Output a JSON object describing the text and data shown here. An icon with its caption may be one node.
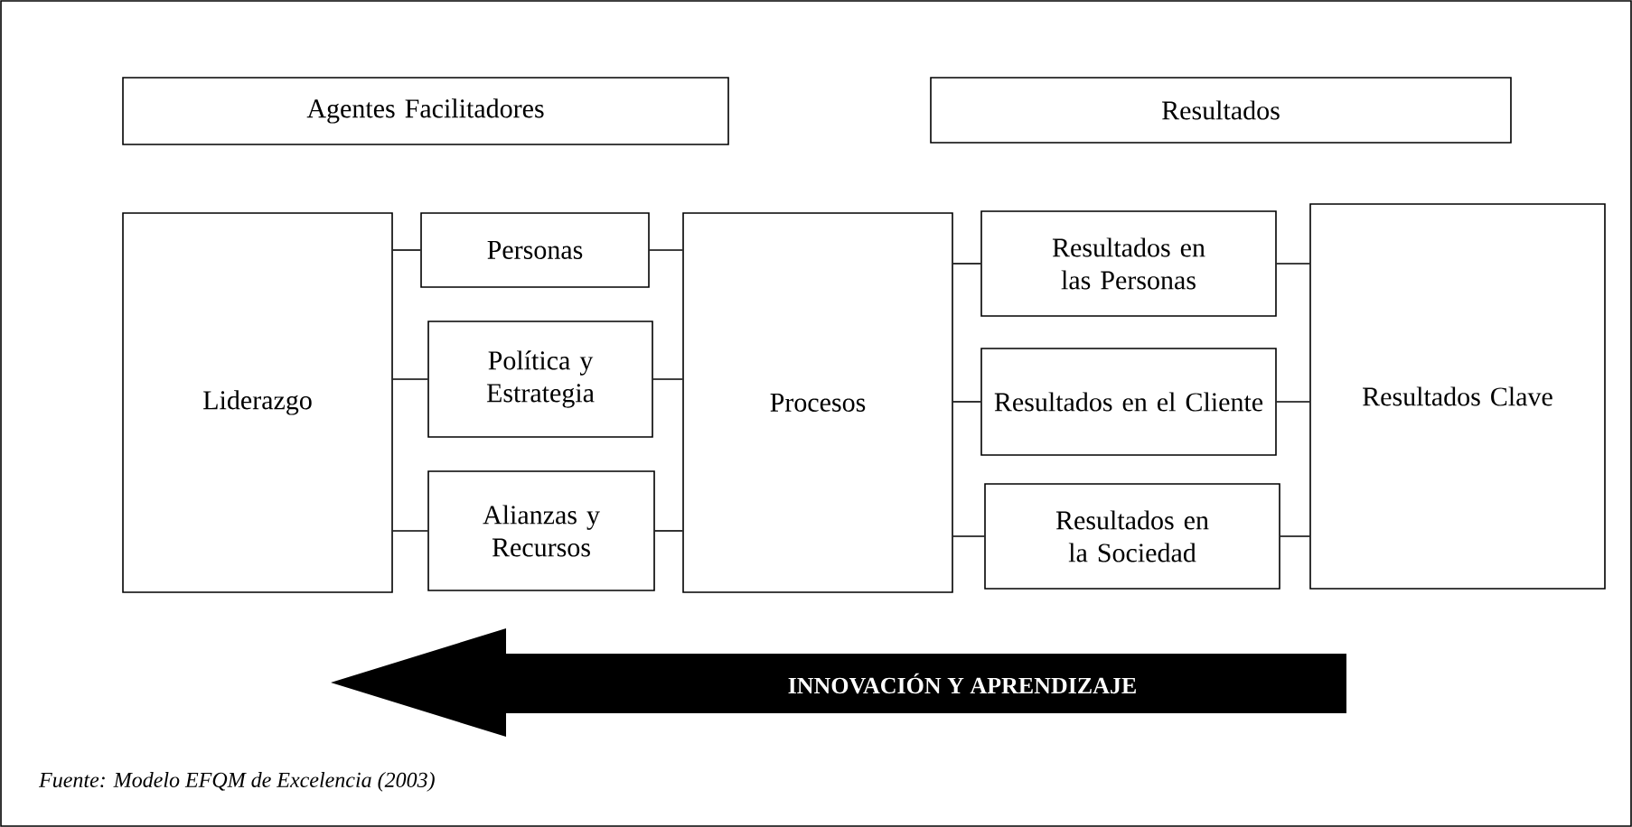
{
  "diagram": {
    "caption": "*Fuente: Modelo EFQM de Excelencia (2003)*",
    "nodes": [
      {
        "text": [
          "Agentes Facilitadores"
        ]
      },
      {
        "text": [
          "Resultados"
        ]
      },
      {
        "text": [
          "Liderazgo"
        ]
      },
      {
        "text": [
          "Personas"
        ]
      },
      {
        "text": [
          "Política y Estrategia"
        ]
      },
      {
        "text": [
          "Alianzas y Recursos"
        ]
      },
      {
        "text": [
          "Procesos"
        ]
      },
      {
        "text": [
          "Resultados en las Personas"
        ]
      },
      {
        "text": [
          "Resultados en el Cliente"
        ]
      },
      {
        "text": [
          "Resultados en la Sociedad"
        ]
      },
      {
        "text": [
          "Resultados Clave"
        ]
      },
      {
        "text": [
          "INNOVACIÓN Y APRENDIZAJE"
        ]
      }
    ],
    "edges": [
      {
        "from": 2,
        "to": 3,
        "arrow": "none"
      },
      {
        "from": 2,
        "to": 4,
        "arrow": "none"
      },
      {
        "from": 2,
        "to": 5,
        "arrow": "none"
      },
      {
        "from": 3,
        "to": 6,
        "arrow": "none"
      },
      {
        "from": 4,
        "to": 6,
        "arrow": "none"
      },
      {
        "from": 5,
        "to": 6,
        "arrow": "none"
      },
      {
        "from": 6,
        "to": 7,
        "arrow": "none"
      },
      {
        "from": 6,
        "to": 8,
        "arrow": "none"
      },
      {
        "from": 6,
        "to": 9,
        "arrow": "none"
      },
      {
        "from": 7,
        "to": 10,
        "arrow": "none"
      },
      {
        "from": 8,
        "to": 10,
        "arrow": "none"
      },
      {
        "from": 9,
        "to": 10,
        "arrow": "none"
      }
    ]
  }
}
